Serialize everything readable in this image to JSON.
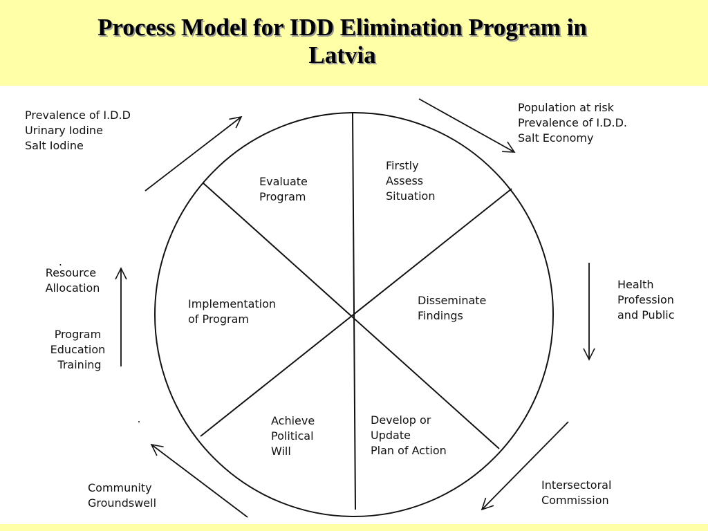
{
  "title": {
    "line1": "Process Model for  IDD Elimination Program in",
    "line2": "Latvia"
  },
  "segments": [
    {
      "lines": [
        "Firstly",
        "Assess",
        "Situation"
      ]
    },
    {
      "lines": [
        "Disseminate",
        "Findings"
      ]
    },
    {
      "lines": [
        "Develop or",
        "Update",
        "Plan of Action"
      ]
    },
    {
      "lines": [
        "Achieve",
        "Political",
        "Will"
      ]
    },
    {
      "lines": [
        "Implementation",
        "of Program"
      ]
    },
    {
      "lines": [
        "Evaluate",
        "Program"
      ]
    }
  ],
  "outer_labels": {
    "top_right": [
      "Population at risk",
      "Prevalence of I.D.D.",
      "Salt Economy"
    ],
    "right": [
      "Health",
      "Profession",
      "and Public"
    ],
    "bottom_right": [
      "Intersectoral",
      "Commission"
    ],
    "bottom_left": [
      "Community",
      "Groundswell"
    ],
    "left_top": [
      ".",
      "Resource",
      "Allocation"
    ],
    "left_bottom": [
      "Program",
      "Education",
      "Training"
    ],
    "top_left": [
      "Prevalence of I.D.D",
      "Urinary Iodine",
      "Salt Iodine"
    ]
  }
}
